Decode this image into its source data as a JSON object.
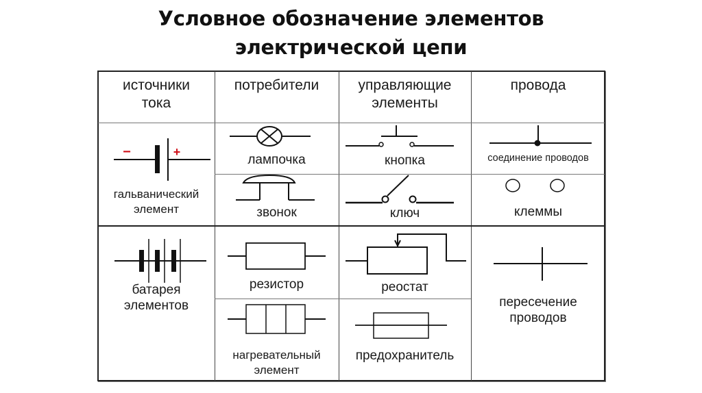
{
  "title": {
    "line1": "Условное обозначение элементов",
    "line2": "электрической цепи"
  },
  "table": {
    "headers": [
      {
        "line1": "источники",
        "line2": "тока"
      },
      {
        "line1": "потребители",
        "line2": ""
      },
      {
        "line1": "управляющие",
        "line2": "элементы"
      },
      {
        "line1": "провода",
        "line2": ""
      }
    ],
    "cells": {
      "galvanic_cell": {
        "line1": "гальванический",
        "line2": "элемент",
        "icon": "galvanic-cell-symbol",
        "minus": "−",
        "plus": "+",
        "polarity_color": "#d0121b"
      },
      "lamp": {
        "label": "лампочка",
        "icon": "lamp-symbol"
      },
      "bell": {
        "label": "звонок",
        "icon": "bell-symbol"
      },
      "button": {
        "label": "кнопка",
        "icon": "push-button-symbol"
      },
      "switch": {
        "label": "ключ",
        "icon": "switch-symbol"
      },
      "wire_junction": {
        "label": "соединение проводов",
        "icon": "wire-junction-symbol"
      },
      "terminals": {
        "label": "клеммы",
        "icon": "terminals-symbol"
      },
      "battery": {
        "line1": "батарея",
        "line2": "элементов",
        "icon": "battery-symbol"
      },
      "resistor": {
        "label": "резистор",
        "icon": "resistor-symbol"
      },
      "heater": {
        "line1": "нагревательный",
        "line2": "элемент",
        "icon": "heating-element-symbol"
      },
      "rheostat": {
        "label": "реостат",
        "icon": "rheostat-symbol"
      },
      "fuse": {
        "label": "предохранитель",
        "icon": "fuse-symbol"
      },
      "wire_crossing": {
        "line1": "пересечение",
        "line2": "проводов",
        "icon": "wire-crossing-symbol"
      }
    }
  }
}
